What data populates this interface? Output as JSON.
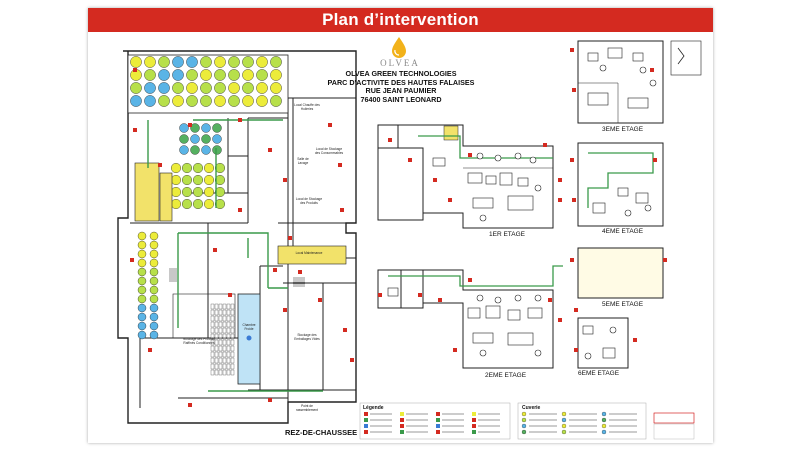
{
  "title": "Plan d’intervention",
  "brand": "OLVEA",
  "address": [
    "OLVEA GREEN TECHNOLOGIES",
    "PARC D'ACTIVITE DES HAUTES FALAISES",
    "RUE JEAN PAUMIER",
    "76400 SAINT LEONARD"
  ],
  "floors": {
    "ground": "REZ-DE-CHAUSSEE",
    "first": "1ER ETAGE",
    "second": "2EME ETAGE",
    "third": "3EME ETAGE",
    "fourth": "4EME ETAGE",
    "fifth": "5EME ETAGE",
    "sixth": "6EME ETAGE"
  },
  "legend": {
    "title": "Légende",
    "cuverie": "Cuverie"
  },
  "rooms": {
    "local_chauffe": "Local Chauffe des Huileries",
    "salle_lavage": "Salle de Lavage",
    "local_stockage_consommables": "Local de Stockage des Consommables",
    "local_stockage_produits": "Local de Stockage des Produits",
    "local_maintenance": "Local Maintenance",
    "chambre_froide": "Chambre Froide",
    "stockage_emballages": "Stockage des Emballages Vides",
    "stockage_produits_conditionnes": "Stockage des Produits Raffinés Conditionnés",
    "point_rassemblement": "Point de rassemblement"
  },
  "colors": {
    "banner": "#d42a20",
    "wall": "#222222",
    "evac_route": "#3a9a4a",
    "tank_yellow": "#ecec3a",
    "tank_lime": "#b7e04a",
    "tank_blue": "#5ab4e6",
    "tank_green": "#55b060",
    "zone_yellow": "#f2e26a",
    "marker_red": "#d42a20",
    "fire_door": "#3a7bd5"
  }
}
